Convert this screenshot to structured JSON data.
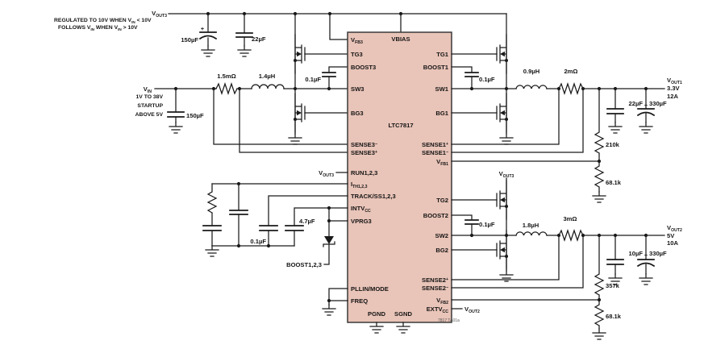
{
  "figure_id": "7817 TA01a",
  "ic": {
    "name": "LTC7817",
    "pins": {
      "vfb3": [
        {
          "t": "V"
        },
        {
          "t": "FB3",
          "sub": true
        }
      ],
      "tg3": "TG3",
      "boost3": "BOOST3",
      "sw3": "SW3",
      "bg3": "BG3",
      "sense3n": [
        {
          "t": "SENSE3"
        },
        {
          "t": "−",
          "sup": true
        }
      ],
      "sense3p": [
        {
          "t": "SENSE3"
        },
        {
          "t": "+",
          "sup": true
        }
      ],
      "run": "RUN1,2,3",
      "ith": [
        {
          "t": "I"
        },
        {
          "t": "TH1,2,3",
          "sub": true
        }
      ],
      "trackss": "TRACK/SS1,2,3",
      "intvcc": [
        {
          "t": "INTV"
        },
        {
          "t": "CC",
          "sub": true
        }
      ],
      "vprg3": "VPRG3",
      "pllin": "PLLIN/MODE",
      "freq": "FREQ",
      "pgnd": "PGND",
      "sgnd": "SGND",
      "vbias": "VBIAS",
      "tg1": "TG1",
      "boost1": "BOOST1",
      "sw1": "SW1",
      "bg1": "BG1",
      "sense1p": [
        {
          "t": "SENSE1"
        },
        {
          "t": "+",
          "sup": true
        }
      ],
      "sense1n": [
        {
          "t": "SENSE1"
        },
        {
          "t": "−",
          "sup": true
        }
      ],
      "vfb1": [
        {
          "t": "V"
        },
        {
          "t": "FB1",
          "sub": true
        }
      ],
      "tg2": "TG2",
      "boost2": "BOOST2",
      "sw2": "SW2",
      "bg2": "BG2",
      "sense2p": [
        {
          "t": "SENSE2"
        },
        {
          "t": "+",
          "sup": true
        }
      ],
      "sense2n": [
        {
          "t": "SENSE2"
        },
        {
          "t": "−",
          "sup": true
        }
      ],
      "vfb2": [
        {
          "t": "V"
        },
        {
          "t": "FB2",
          "sub": true
        }
      ],
      "extvcc": [
        {
          "t": "EXTV"
        },
        {
          "t": "CC",
          "sub": true
        }
      ]
    }
  },
  "top_rail": {
    "vout3": [
      {
        "t": "V"
      },
      {
        "t": "OUT3",
        "sub": true
      }
    ],
    "note1": [
      {
        "t": "REGULATED TO 10V WHEN V"
      },
      {
        "t": "IN",
        "sub": true
      },
      {
        "t": " < 10V"
      }
    ],
    "note2": [
      {
        "t": "FOLLOWS V"
      },
      {
        "t": "IN",
        "sub": true
      },
      {
        "t": " WHEN V"
      },
      {
        "t": "IN",
        "sub": true
      },
      {
        "t": " > 10V"
      }
    ],
    "c_bulk": "150µF",
    "c_bulk_plus": "+",
    "c_bypass": "22µF"
  },
  "input": {
    "vin": [
      {
        "t": "V"
      },
      {
        "t": "IN",
        "sub": true
      }
    ],
    "note1": "1V TO 38V",
    "note2": "STARTUP",
    "note3": "ABOVE 5V",
    "c_in": "150µF"
  },
  "ch3": {
    "r_sense": "1.5mΩ",
    "inductor": "1.4µH",
    "c_boost": "0.1µF"
  },
  "control": {
    "run_ref": [
      {
        "t": "V"
      },
      {
        "t": "OUT3",
        "sub": true
      }
    ],
    "c_track": "0.1µF",
    "c_intvcc": "4.7µF",
    "boost_ref": "BOOST1,2,3"
  },
  "ch1": {
    "c_boost": "0.1µF",
    "inductor": "0.9µH",
    "r_sense": "2mΩ",
    "c_out_a": "22µF",
    "plus": "+",
    "c_out_b": "330µF",
    "r_fb_top": "210k",
    "r_fb_bot": "68.1k",
    "vout": [
      {
        "t": "V"
      },
      {
        "t": "OUT1",
        "sub": true
      }
    ],
    "volts": "3.3V",
    "amps": "12A"
  },
  "ch2": {
    "vin_ref": [
      {
        "t": "V"
      },
      {
        "t": "OUT3",
        "sub": true
      }
    ],
    "c_boost": "0.1µF",
    "inductor": "1.8µH",
    "r_sense": "3mΩ",
    "c_out_a": "10µF",
    "plus": "+",
    "c_out_b": "330µF",
    "r_fb_top": "357k",
    "r_fb_bot": "68.1k",
    "vout": [
      {
        "t": "V"
      },
      {
        "t": "OUT2",
        "sub": true
      }
    ],
    "volts": "5V",
    "amps": "10A",
    "extvcc_ref": [
      {
        "t": "V"
      },
      {
        "t": "OUT2",
        "sub": true
      }
    ]
  }
}
